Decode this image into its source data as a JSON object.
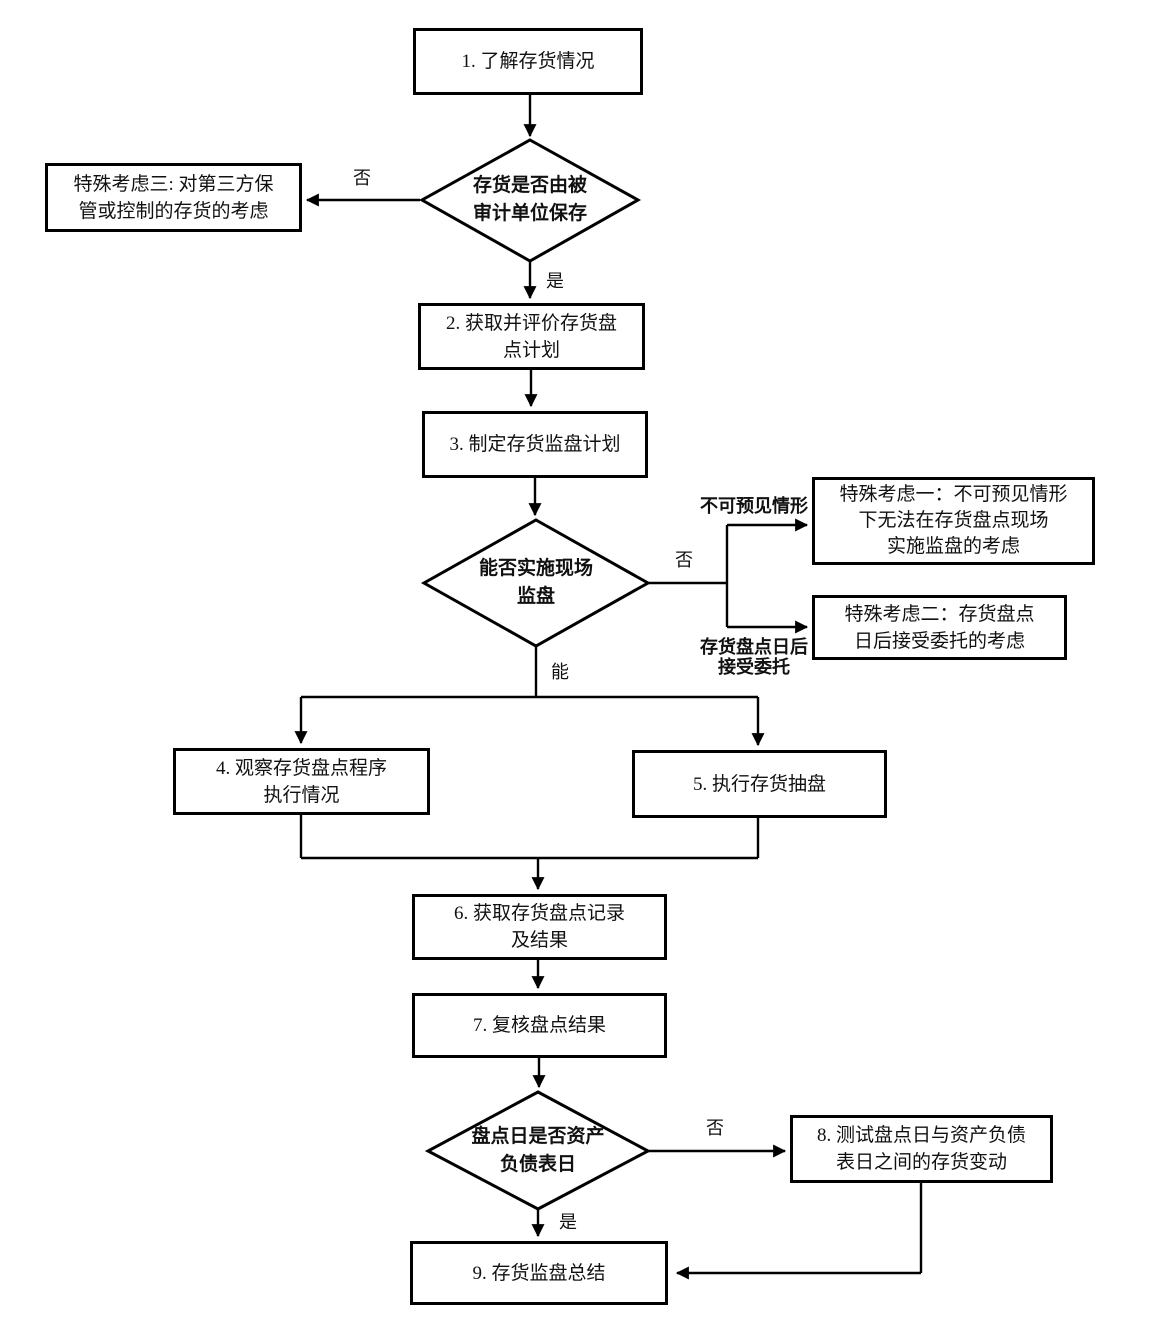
{
  "nodes": {
    "step1": {
      "lines": [
        "1. 了解存货情况"
      ]
    },
    "decision1": {
      "lines": [
        "存货是否由被",
        "审计单位保存"
      ]
    },
    "special3": {
      "lines": [
        "特殊考虑三: 对第三方保",
        "管或控制的存货的考虑"
      ]
    },
    "step2": {
      "lines": [
        "2. 获取并评价存货盘",
        "点计划"
      ]
    },
    "step3": {
      "lines": [
        "3. 制定存货监盘计划"
      ]
    },
    "decision2": {
      "lines": [
        "能否实施现场",
        "监盘"
      ]
    },
    "special1": {
      "lines": [
        "特殊考虑一：不可预见情形",
        "下无法在存货盘点现场",
        "实施监盘的考虑"
      ]
    },
    "special2": {
      "lines": [
        "特殊考虑二：存货盘点",
        "日后接受委托的考虑"
      ]
    },
    "step4": {
      "lines": [
        "4. 观察存货盘点程序",
        "执行情况"
      ]
    },
    "step5": {
      "lines": [
        "5. 执行存货抽盘"
      ]
    },
    "step6": {
      "lines": [
        "6. 获取存货盘点记录",
        "及结果"
      ]
    },
    "step7": {
      "lines": [
        "7. 复核盘点结果"
      ]
    },
    "decision3": {
      "lines": [
        "盘点日是否资产",
        "负债表日"
      ]
    },
    "step8": {
      "lines": [
        "8. 测试盘点日与资产负债",
        "表日之间的存货变动"
      ]
    },
    "step9": {
      "lines": [
        "9. 存货监盘总结"
      ]
    }
  },
  "labels": {
    "d1_no": "否",
    "d1_yes": "是",
    "d2_no": "否",
    "d2_unforeseen": "不可预见情形",
    "d2_after_line1": "存货盘点日后",
    "d2_after_line2": "接受委托",
    "d2_can": "能",
    "d3_no": "否",
    "d3_yes": "是"
  },
  "colors": {
    "line": "#000000",
    "background": "#ffffff",
    "text": "#111111"
  }
}
